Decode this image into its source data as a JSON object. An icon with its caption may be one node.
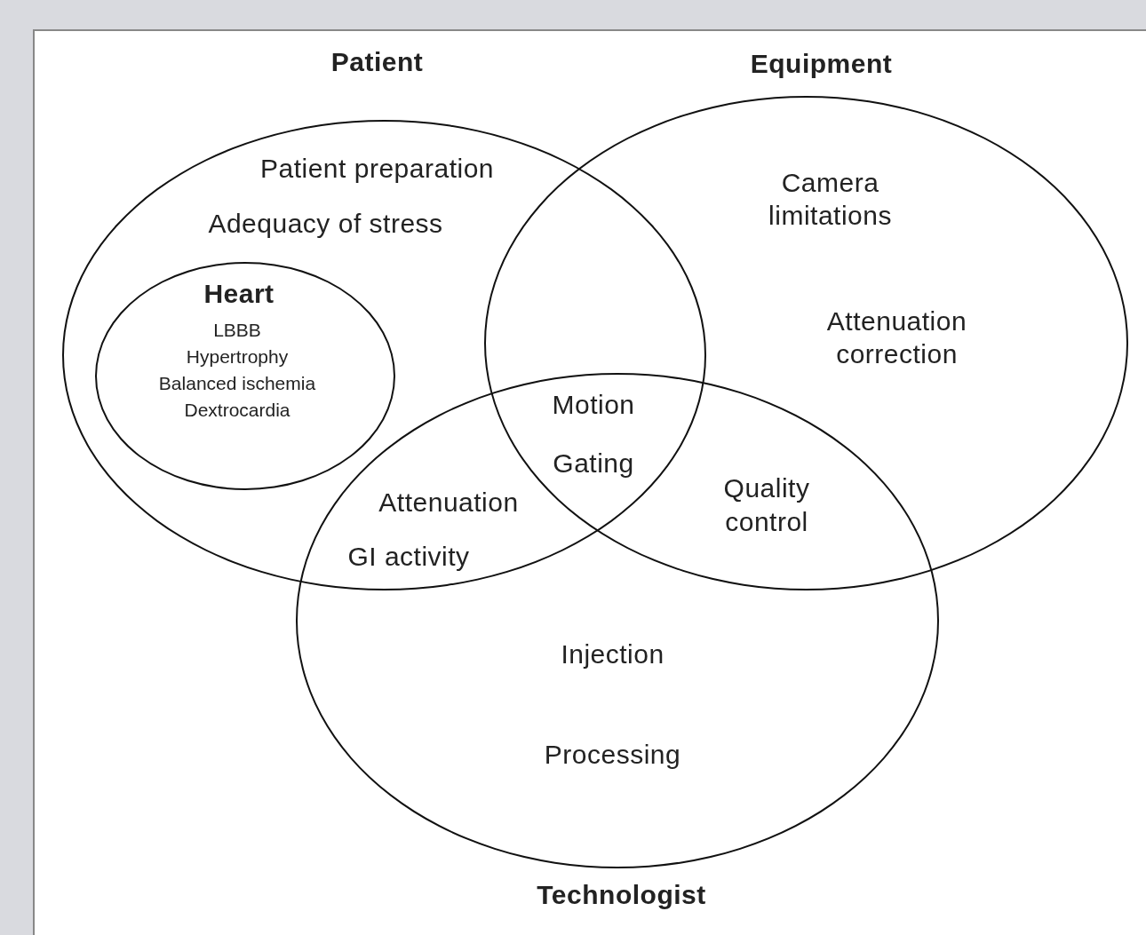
{
  "diagram": {
    "nodes": [
      {
        "text": [
          "Patient",
          "Patient preparation",
          "Adequacy of stress"
        ]
      },
      {
        "text": [
          "Heart",
          "LBBB",
          "Hypertrophy",
          "Balanced ischemia",
          "Dextrocardia"
        ],
        "in": 0
      },
      {
        "text": [
          "Equipment",
          "Camera limitations",
          "Attenuation correction"
        ]
      },
      {
        "text": [
          "Injection",
          "Processing",
          "Technologist"
        ]
      }
    ],
    "edges": [],
    "labels": [
      "Motion",
      "Gating",
      "Attenuation",
      "GI activity",
      "Quality control"
    ]
  }
}
